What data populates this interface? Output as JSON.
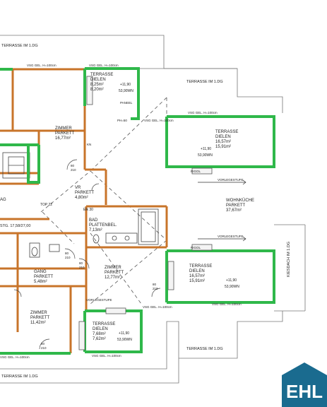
{
  "labels": {
    "terrasse_1dg_top_left": "TERRASSE IM 1.DG",
    "terrasse_1dg_top_right": "TERRASSE IM 1.DG",
    "terrasse_1dg_bottom_left": "TERRASSE IM 1.DG",
    "terrasse_1dg_bottom_right": "TERRASSE IM 1.DG",
    "kiesdach": "KIESDACH IM 1.DG",
    "vsg_1": "VSG GEL. H=100cm",
    "vsg_2": "VSG GEL. H=100cm",
    "vsg_3": "VSG GEL. H=100cm",
    "vsg_4": "VSG GEL. H=100cm",
    "vsg_5": "VSG GEL. H=100cm",
    "vsg_6": "VSG GEL. H=100cm",
    "vsg_7": "VSG GEL. H=100cm",
    "vsg_8": "VSG GEL. H=100cm",
    "rigol": "RIGOL",
    "paneel": "PANEEL",
    "vorlegestufe": "VORLEGESTUFE",
    "top": "TOP 22",
    "elk": "Elk 30",
    "stg": "STG. 17,58/27,00",
    "kn": "KN",
    "ag": "AG",
    "pv": "PH=50"
  },
  "rooms": {
    "terrasse_nw": {
      "name": "TERRASSE",
      "floor": "DIELEN",
      "a1": "8,25m²",
      "a2": "8,20m²",
      "level": "+11,90",
      "level2": "53,90WN"
    },
    "terrasse_ne": {
      "name": "TERRASSE",
      "floor": "DIELEN",
      "a1": "16,57m²",
      "a2": "15,91m²",
      "level": "+11,90",
      "level2": "53,90WN"
    },
    "terrasse_se": {
      "name": "TERRASSE",
      "floor": "DIELEN",
      "a1": "16,57m²",
      "a2": "15,91m²",
      "level": "+11,90",
      "level2": "53,90WN"
    },
    "terrasse_sw": {
      "name": "TERRASSE",
      "floor": "DIELEN",
      "a1": "7,68m²",
      "a2": "7,62m²",
      "level": "+11,90",
      "level2": "53,90WN"
    },
    "zimmer_1": {
      "name": "ZIMMER",
      "floor": "PARKETT",
      "area": "16,77m²"
    },
    "zimmer_2": {
      "name": "ZIMMER",
      "floor": "PARKETT",
      "area": "12,77m²"
    },
    "zimmer_3": {
      "name": "ZIMMER",
      "floor": "PARKETT",
      "area": "11,42m²"
    },
    "vr": {
      "name": "VR",
      "floor": "PARKETT",
      "area": "4,80m²"
    },
    "bad": {
      "name": "BAD",
      "floor": "PLATTENBEL.",
      "area": "7,13m²"
    },
    "gang": {
      "name": "GANG",
      "floor": "PARKETT",
      "area": "5,48m²"
    },
    "wohnkueche": {
      "name": "WOHNKÜCHE",
      "floor": "PARKETT",
      "area": "37,67m²"
    }
  },
  "doors": [
    "80",
    "210"
  ],
  "logo": {
    "text": "EHL",
    "color": "#1a6b8f"
  },
  "colors": {
    "wall_orange": "#c8742a",
    "rail_green": "#2fb84a",
    "line_grey": "#6a6a6a",
    "logo_blue": "#1a6b8f"
  }
}
